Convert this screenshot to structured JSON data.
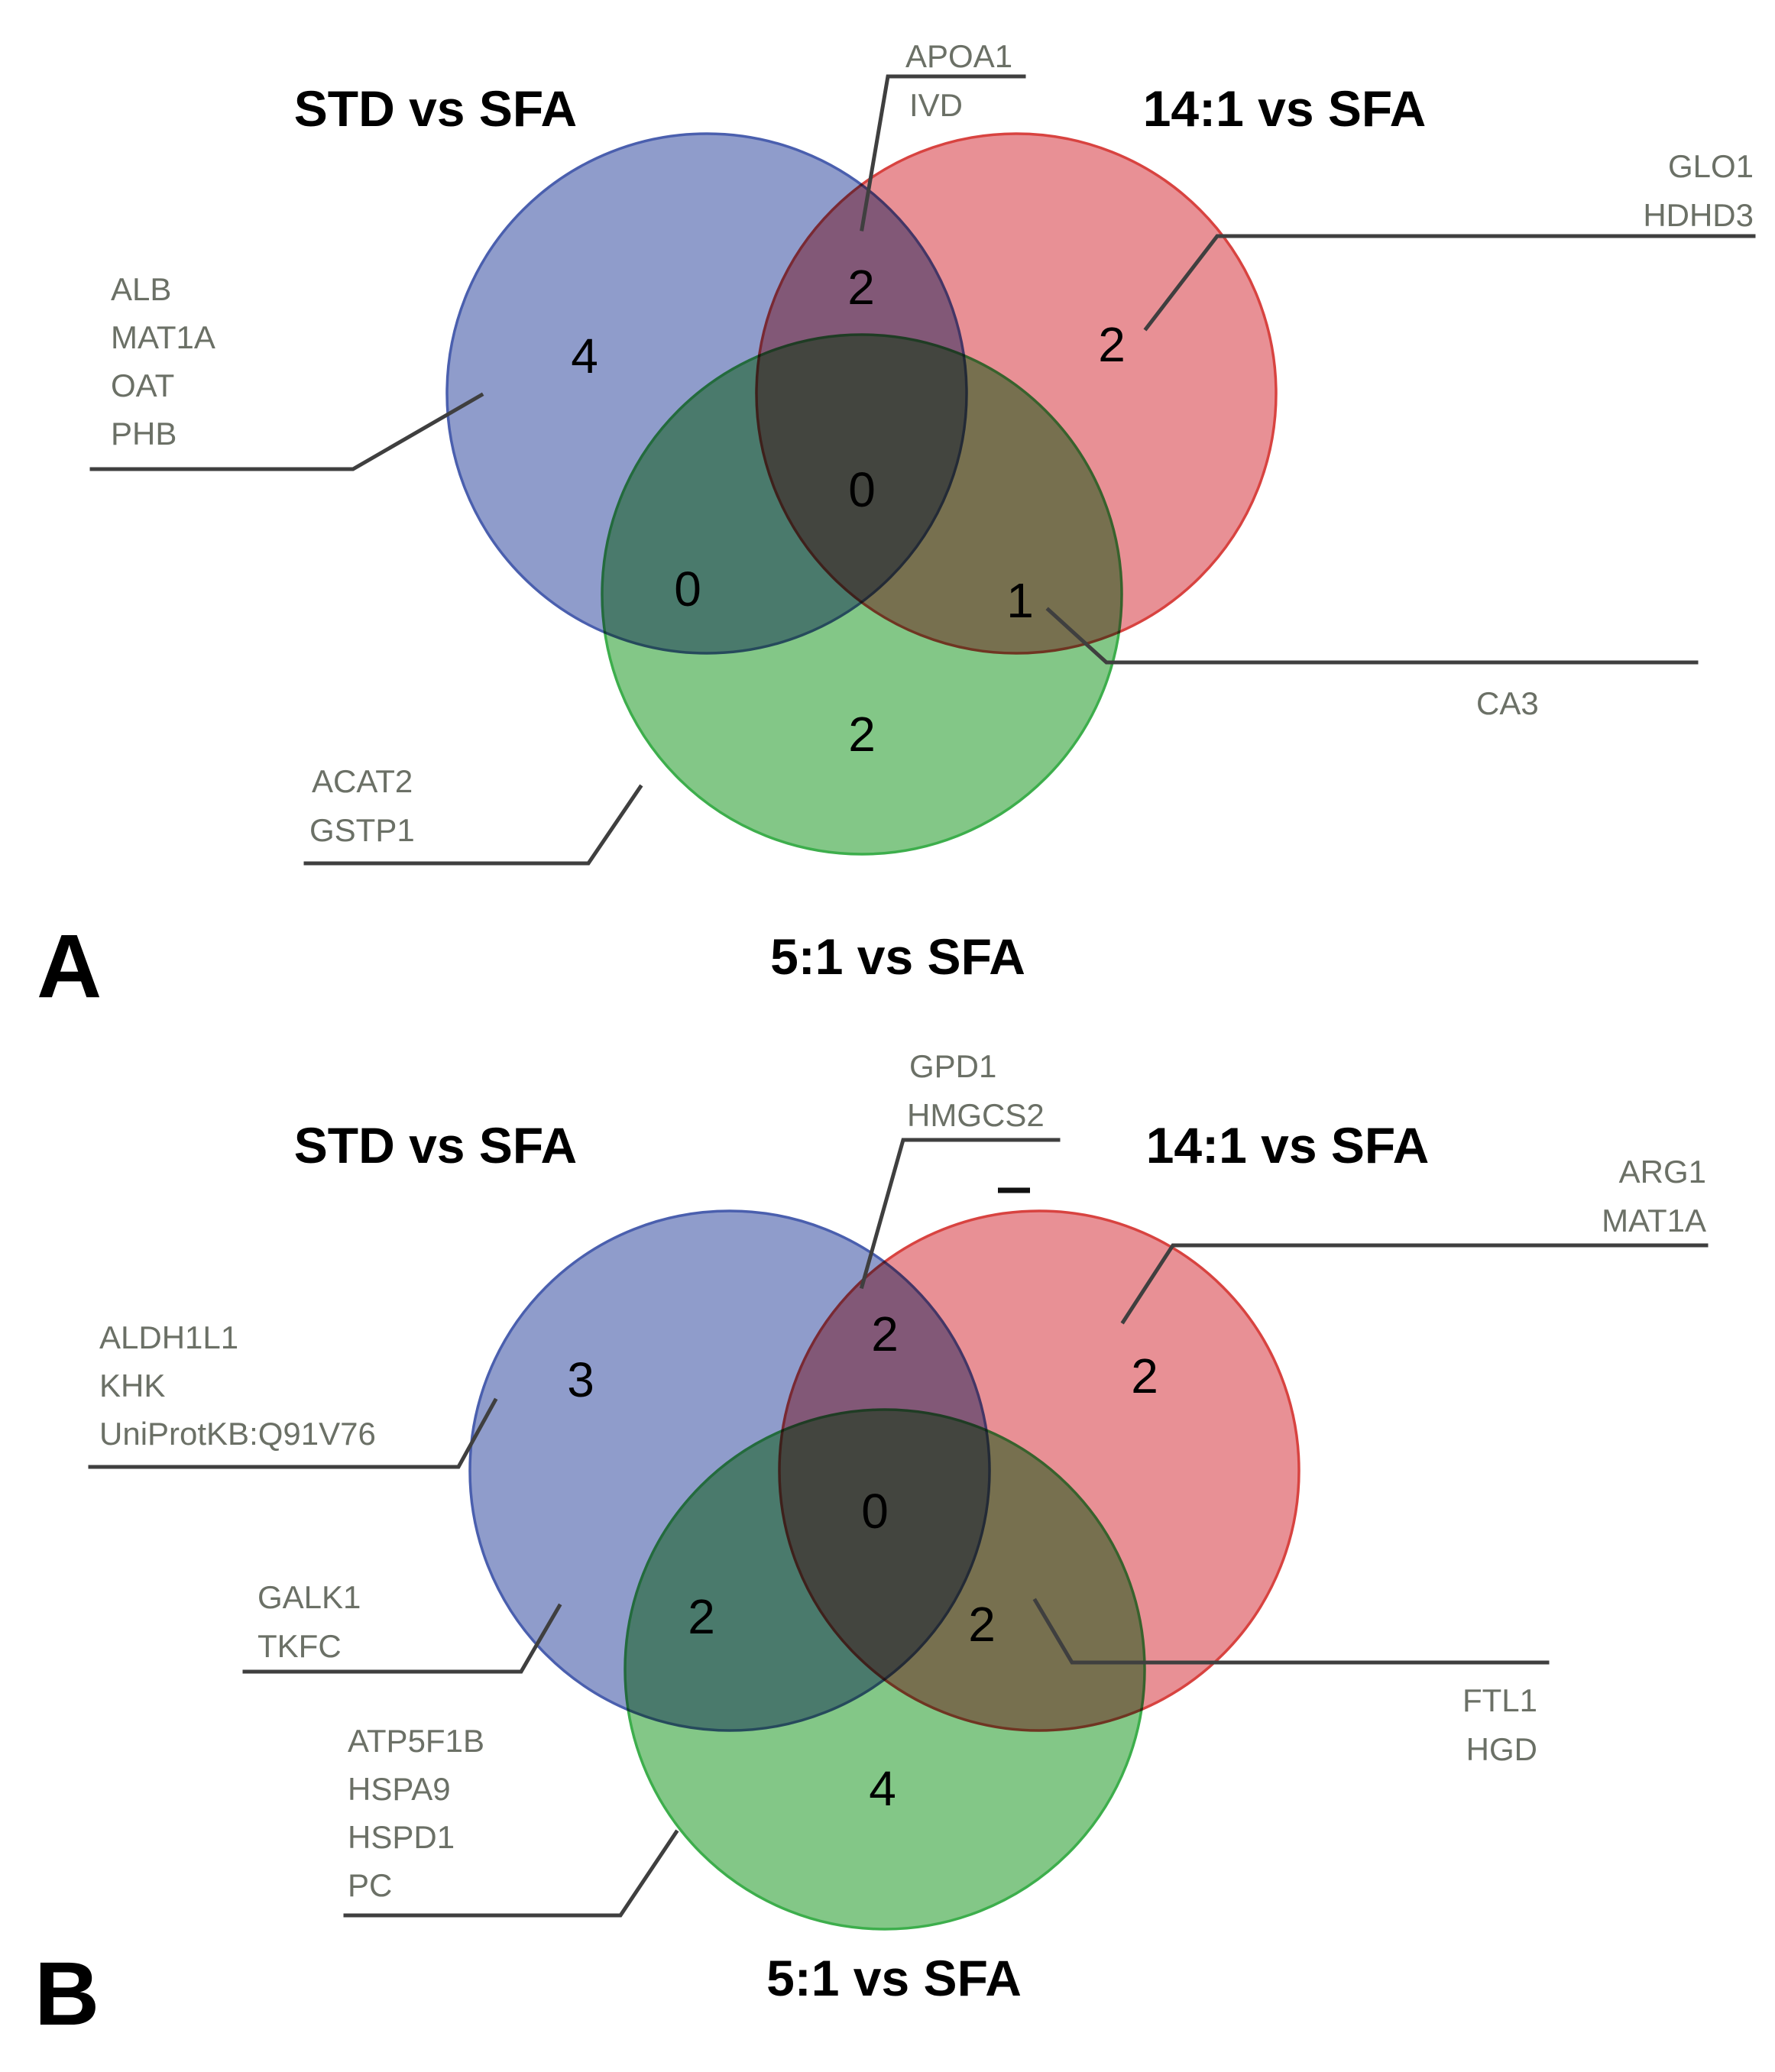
{
  "style": {
    "background": "#ffffff",
    "text_color": "#000000",
    "label_color": "#6b7066",
    "leader_color": "#3f3f3f"
  },
  "chart_data": [
    {
      "type": "venn",
      "panel_label": "A",
      "sets": {
        "std": {
          "label": "STD vs SFA",
          "fill": "#8F9CCB",
          "stroke": "#4A5FAE"
        },
        "r141": {
          "label": "14:1 vs SFA",
          "fill": "#E89095",
          "stroke": "#D84340"
        },
        "r51": {
          "label": "5:1 vs SFA",
          "fill": "#83C787",
          "stroke": "#3DAE4C"
        }
      },
      "regions": {
        "std_only": {
          "count": 4,
          "genes": [
            "ALB",
            "MAT1A",
            "OAT",
            "PHB"
          ]
        },
        "std_141": {
          "count": 2,
          "genes": [
            "APOA1",
            "IVD"
          ]
        },
        "r141_only": {
          "count": 2,
          "genes": [
            "GLO1",
            "HDHD3"
          ]
        },
        "std_51": {
          "count": 0,
          "genes": []
        },
        "center": {
          "count": 0,
          "genes": []
        },
        "r141_51": {
          "count": 1,
          "genes": [
            "CA3"
          ]
        },
        "r51_only": {
          "count": 2,
          "genes": [
            "ACAT2",
            "GSTP1"
          ]
        }
      }
    },
    {
      "type": "venn",
      "panel_label": "B",
      "sets": {
        "std": {
          "label": "STD vs SFA",
          "fill": "#8F9CCB",
          "stroke": "#4A5FAE"
        },
        "r141": {
          "label": "14:1 vs SFA",
          "fill": "#E89095",
          "stroke": "#D84340"
        },
        "r51": {
          "label": "5:1 vs SFA",
          "fill": "#83C787",
          "stroke": "#3DAE4C"
        }
      },
      "regions": {
        "std_only": {
          "count": 3,
          "genes": [
            "ALDH1L1",
            "KHK",
            "UniProtKB:Q91V76"
          ]
        },
        "std_141": {
          "count": 2,
          "genes": [
            "GPD1",
            "HMGCS2"
          ]
        },
        "r141_only": {
          "count": 2,
          "genes": [
            "ARG1",
            "MAT1A"
          ]
        },
        "std_51": {
          "count": 2,
          "genes": [
            "GALK1",
            "TKFC"
          ]
        },
        "center": {
          "count": 0,
          "genes": []
        },
        "r141_51": {
          "count": 2,
          "genes": [
            "FTL1",
            "HGD"
          ]
        },
        "r51_only": {
          "count": 4,
          "genes": [
            "ATP5F1B",
            "HSPA9",
            "HSPD1",
            "PC"
          ]
        }
      }
    }
  ]
}
